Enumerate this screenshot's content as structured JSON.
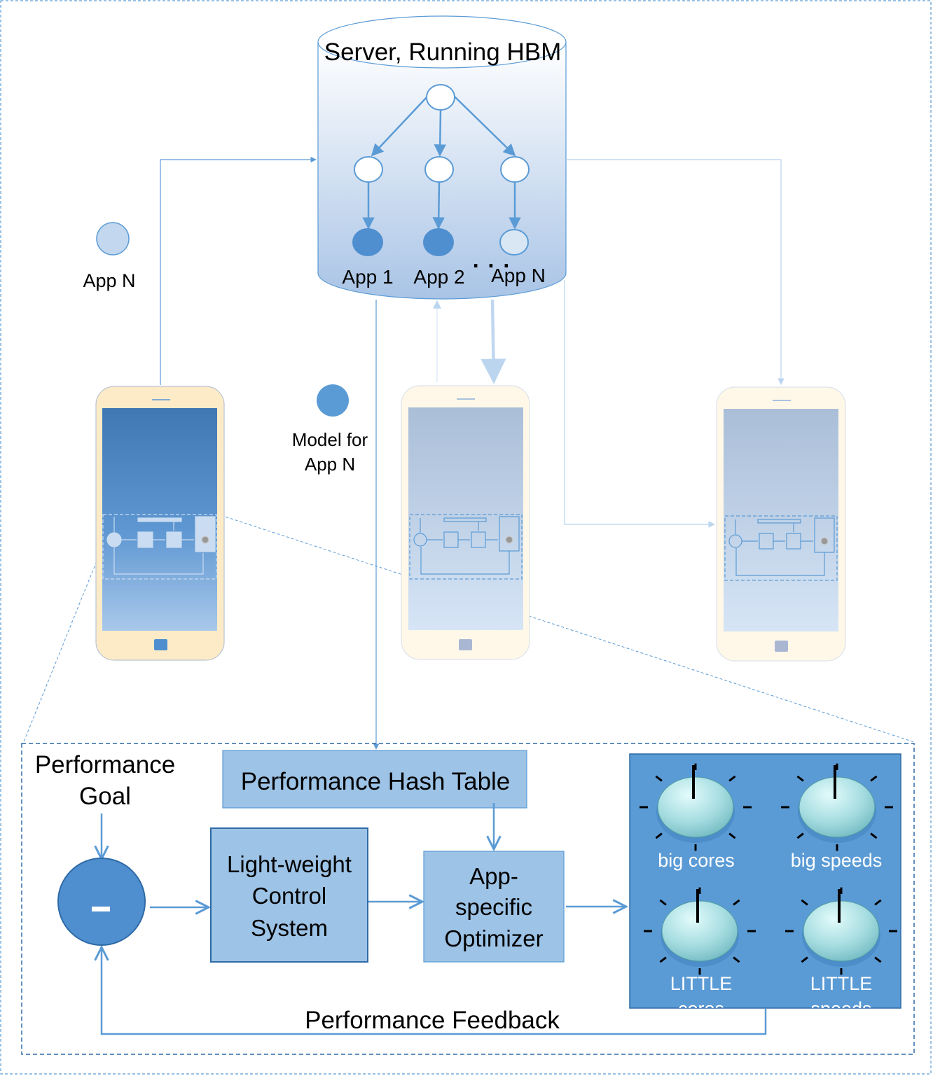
{
  "server": {
    "title": "Server,  Running HBM",
    "apps": [
      "App 1",
      "App 2",
      "App N"
    ],
    "ellipsis": ". . ."
  },
  "legend": {
    "app_node_label": "App N",
    "model_line1": "Model for",
    "model_line2": "App N"
  },
  "control": {
    "goal_line1": "Performance",
    "goal_line2": "Goal",
    "comparator_symbol": "–",
    "hash_table": "Performance Hash Table",
    "control_system": [
      "Light-weight",
      "Control",
      "System"
    ],
    "optimizer": [
      "App-",
      "specific",
      "Optimizer"
    ],
    "feedback": "Performance Feedback"
  },
  "knobs": {
    "big_cores": "big cores",
    "big_speeds": "big speeds",
    "little_cores": [
      "LITTLE",
      "cores"
    ],
    "little_speeds": [
      "LITTLE",
      "speeds"
    ]
  },
  "colors": {
    "accent": "#5b9bd5",
    "dark_blue": "#2e6aa6",
    "light_box": "#9dc3e6",
    "phone_body": "#fdebc8",
    "knob_fill": "#a9dfe3",
    "knob_panel": "#5b9bd5"
  }
}
